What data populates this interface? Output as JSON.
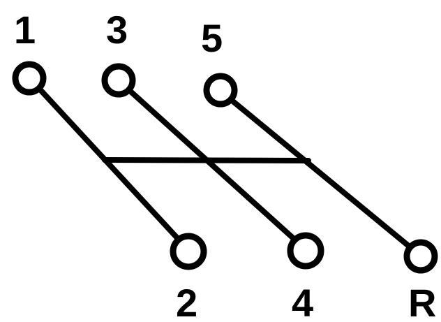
{
  "shift_pattern": {
    "gears": [
      {
        "id": "g1",
        "label": "1"
      },
      {
        "id": "g3",
        "label": "3"
      },
      {
        "id": "g5",
        "label": "5"
      },
      {
        "id": "g2",
        "label": "2"
      },
      {
        "id": "g4",
        "label": "4"
      },
      {
        "id": "gR",
        "label": "R"
      }
    ],
    "colors": {
      "line": "#000000",
      "node_fill": "#ffffff",
      "background": "#ffffff"
    }
  }
}
